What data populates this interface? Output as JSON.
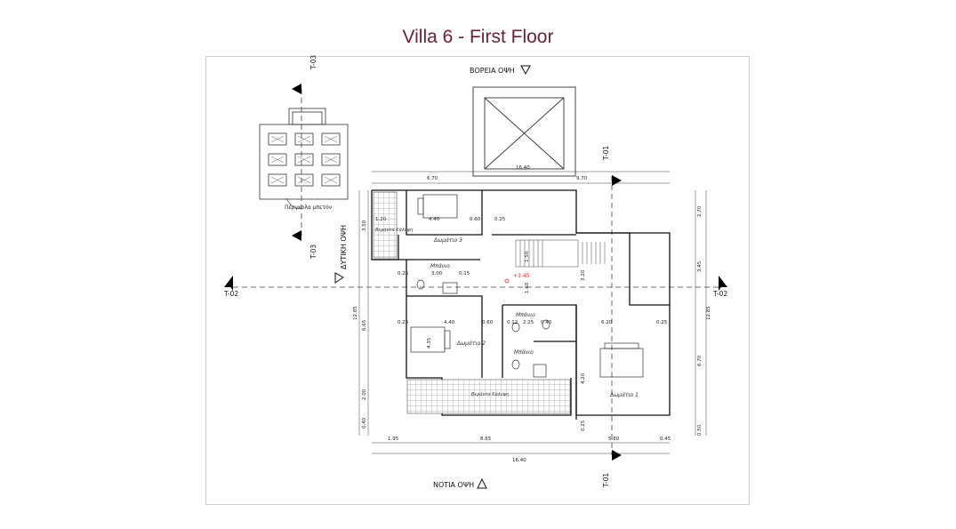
{
  "title": "Villa 6 - First Floor",
  "elevations": {
    "north": "ΒΟΡΕΙΑ ΟΨΗ",
    "south": "ΝΟΤΙΑ ΟΨΗ",
    "west": "ΔΥΤΙΚΗ ΟΨΗ"
  },
  "sections": {
    "t01_top": "T-01",
    "t01_bottom": "T-01",
    "t02_left": "T-02",
    "t02_right": "T-02",
    "t03_top": "T-03",
    "t03_mid": "T-03"
  },
  "pergola_label": "Πέργκολα μπετόν",
  "level_mark": "+3.45",
  "rooms": {
    "bedroom1": "Δωμάτιο 1",
    "bedroom2": "Δωμάτιο 2",
    "bedroom3": "Δωμάτιο 3",
    "bath1": "Μπάνιο",
    "bath2": "Μπάνιο",
    "bath3": "Μπάνιο",
    "balcony_west": "Βεράντα Κάλυψη",
    "balcony_south": "Βεράντα Κάλυψη"
  },
  "dimensions": {
    "top_total": "16.40",
    "top_left": "6.70",
    "top_right": "9.70",
    "bottom_total": "16.40",
    "bottom_a": "1.95",
    "bottom_b": "8.65",
    "bottom_c": "5.80",
    "bottom_d": "0.45",
    "left_total": "12.85",
    "left_a": "3.50",
    "left_b": "6.65",
    "left_c": "2.00",
    "left_d": "0.40",
    "right_total": "12.85",
    "right_a": "2.70",
    "right_b": "3.45",
    "right_c": "6.70",
    "right_d": "0.50",
    "i_440a": "4.40",
    "i_060a": "0.60",
    "i_025a": "0.25",
    "i_120": "1.20",
    "i_025b": "0.25",
    "i_440b": "4.40",
    "i_060b": "0.60",
    "i_012": "0.12",
    "i_225": "2.25",
    "i_040": "0.40",
    "i_620": "6.20",
    "i_025c": "0.25",
    "i_025d": "0.25",
    "i_300": "3.00",
    "i_015": "0.15",
    "i_435": "4.35",
    "i_420": "4.20",
    "i_150": "1.50",
    "i_160": "1.60",
    "i_320": "3.20",
    "i_025e": "0.25"
  }
}
